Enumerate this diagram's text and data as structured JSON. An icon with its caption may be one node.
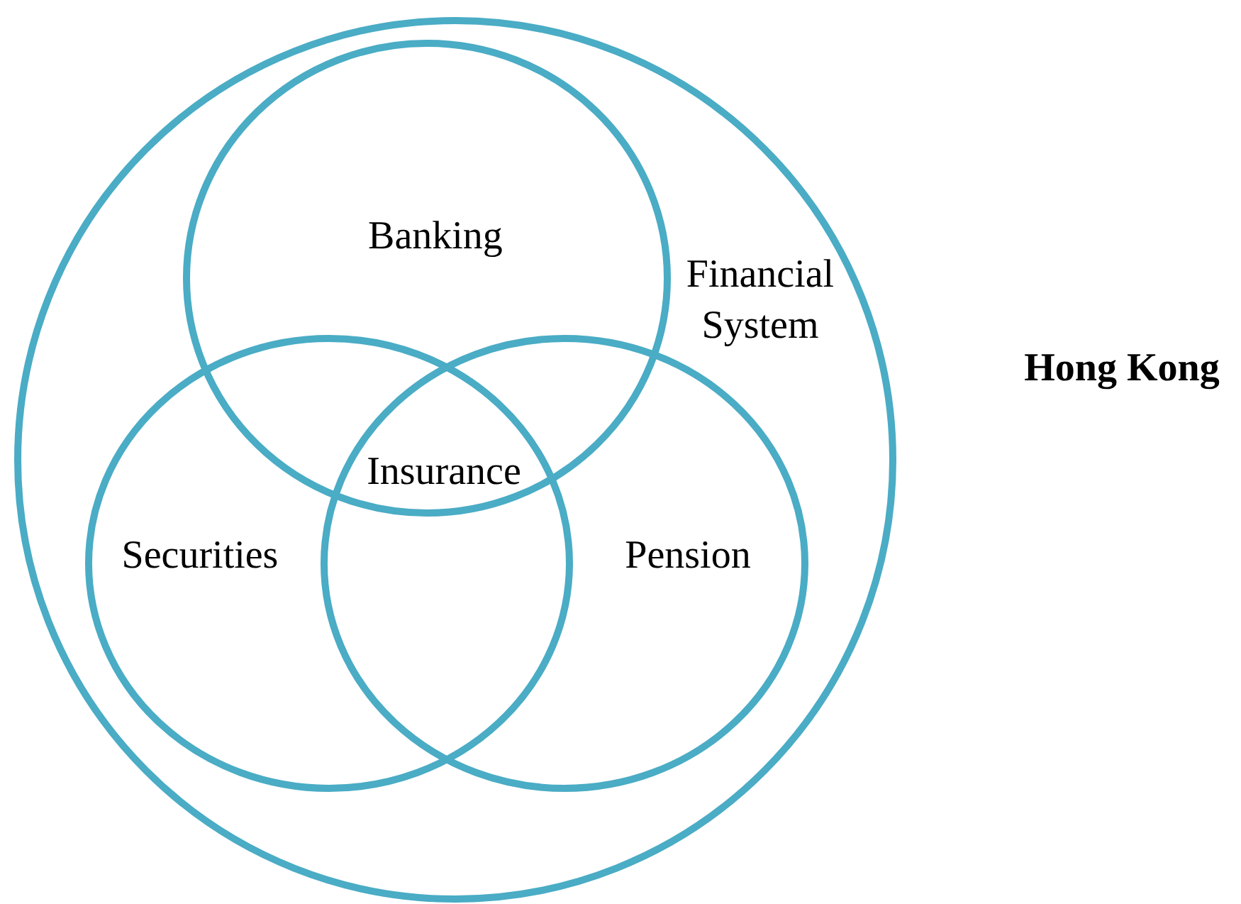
{
  "diagram": {
    "nodes": [
      {
        "text": [
          "Financial System"
        ]
      },
      {
        "text": [
          "Banking"
        ],
        "in": 0
      },
      {
        "text": [
          "Securities"
        ],
        "in": 0
      },
      {
        "text": [
          "Pension"
        ],
        "in": 0
      }
    ],
    "labels": [
      "Hong Kong",
      "Insurance"
    ]
  }
}
